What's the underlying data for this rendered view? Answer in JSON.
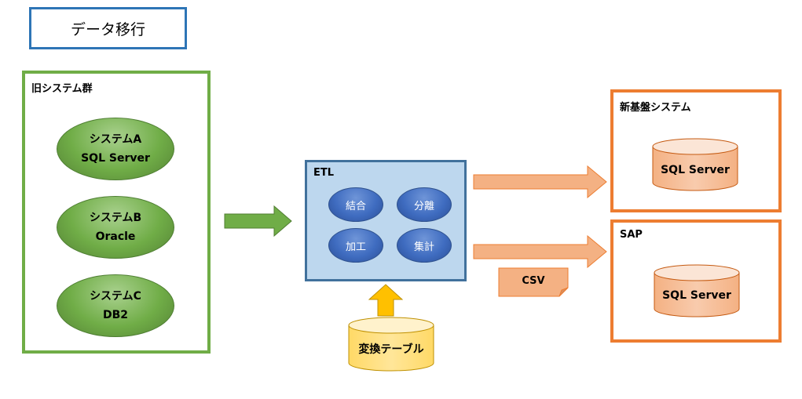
{
  "title": "データ移行",
  "legacy": {
    "label": "旧システム群",
    "systems": [
      {
        "name": "システムA",
        "db": "SQL Server"
      },
      {
        "name": "システムB",
        "db": "Oracle"
      },
      {
        "name": "システムC",
        "db": "DB2"
      }
    ]
  },
  "etl": {
    "label": "ETL",
    "operations": [
      "結合",
      "分離",
      "加工",
      "集計"
    ]
  },
  "conversion_table": "変換テーブル",
  "csv_label": "CSV",
  "new_base": {
    "label": "新基盤システム",
    "db": "SQL Server"
  },
  "sap": {
    "label": "SAP",
    "db": "SQL Server"
  },
  "colors": {
    "legacy": "#70ad47",
    "target": "#ed7d31",
    "etl_fill": "#bdd7ee",
    "etl_border": "#41719c",
    "title_border": "#2e75b6"
  }
}
